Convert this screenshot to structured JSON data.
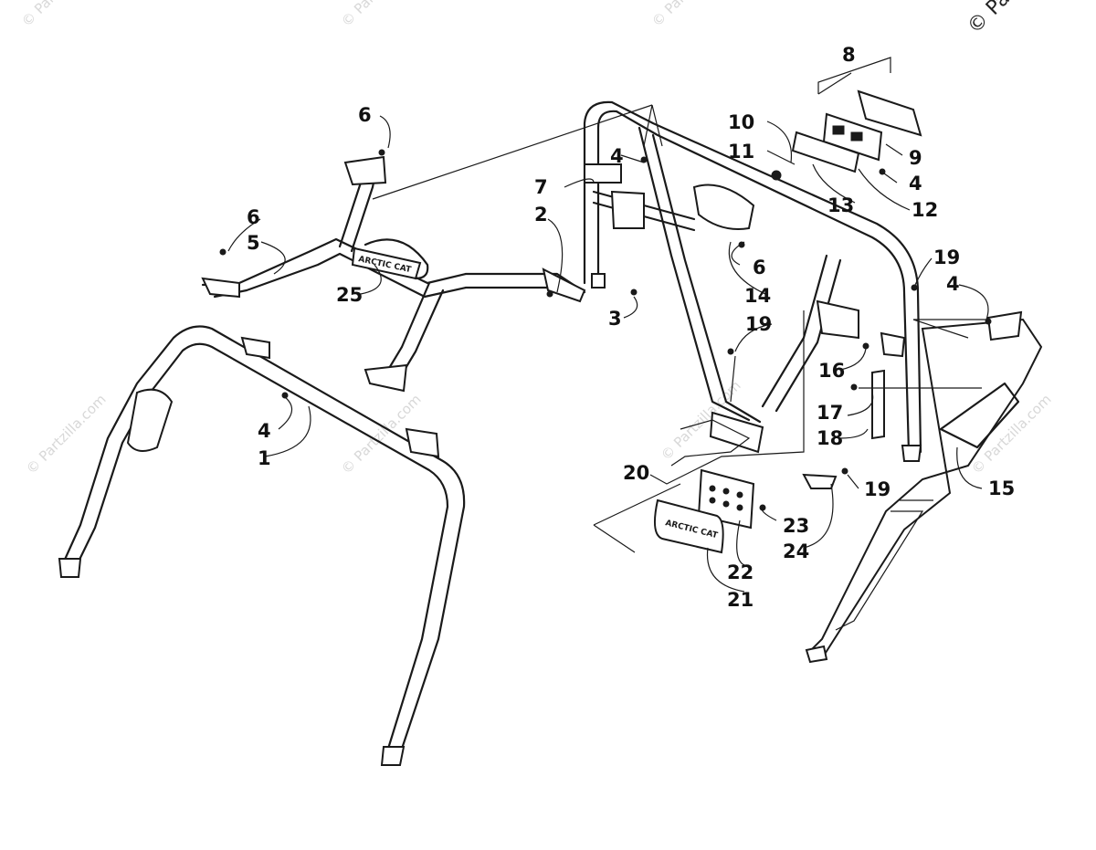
{
  "watermarks": [
    "© Partzilla.com",
    "© Partzilla.com",
    "© Partzilla.com",
    "© Partzilla.com",
    "© Partzilla.com",
    "© Partzilla.com",
    "© Partzilla.com"
  ],
  "corner_copyright": "© Pa",
  "brand_text": "ARCTIC CAT",
  "callouts": [
    "8",
    "6",
    "10",
    "11",
    "9",
    "4",
    "4",
    "7",
    "13",
    "12",
    "2",
    "6",
    "5",
    "6",
    "25",
    "3",
    "14",
    "19",
    "4",
    "19",
    "16",
    "4",
    "1",
    "17",
    "18",
    "20",
    "19",
    "15",
    "23",
    "24",
    "22",
    "21"
  ]
}
